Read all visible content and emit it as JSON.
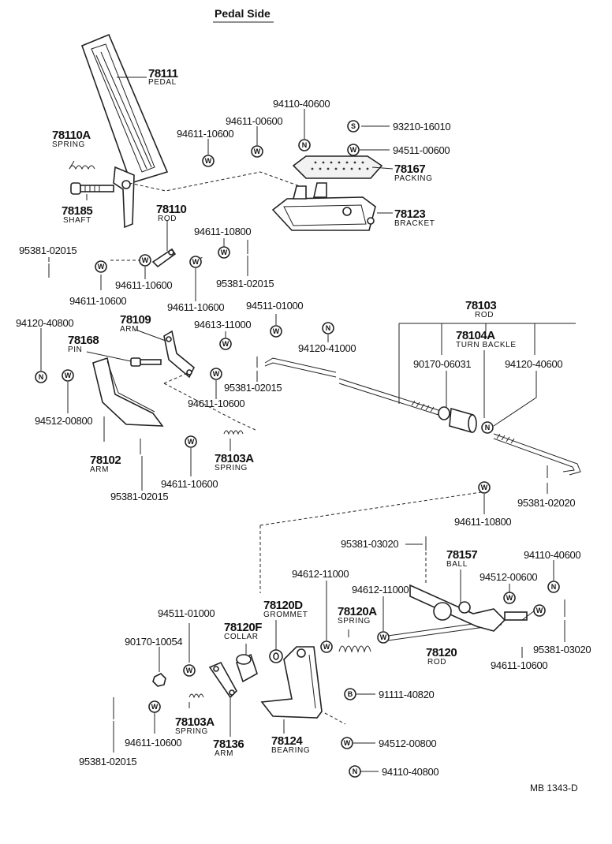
{
  "title": "Pedal Side",
  "reference": "MB  1343-D",
  "symbols": {
    "washer": "W",
    "nut": "N",
    "screw": "S",
    "bolt": "B"
  },
  "parts": {
    "p78111": {
      "number": "78111",
      "caption": "PEDAL"
    },
    "p78110A": {
      "number": "78110A",
      "caption": "SPRING"
    },
    "p78185": {
      "number": "78185",
      "caption": "SHAFT"
    },
    "p78110": {
      "number": "78110",
      "caption": "ROD"
    },
    "p78167": {
      "number": "78167",
      "caption": "PACKING"
    },
    "p78123": {
      "number": "78123",
      "caption": "BRACKET"
    },
    "p78103": {
      "number": "78103",
      "caption": "ROD"
    },
    "p78104A": {
      "number": "78104A",
      "caption": "TURN BACKLE"
    },
    "p78109": {
      "number": "78109",
      "caption": "ARM"
    },
    "p78168": {
      "number": "78168",
      "caption": "PIN"
    },
    "p78102": {
      "number": "78102",
      "caption": "ARM"
    },
    "p78103A_top": {
      "number": "78103A",
      "caption": "SPRING"
    },
    "p78157": {
      "number": "78157",
      "caption": "BALL"
    },
    "p78120A": {
      "number": "78120A",
      "caption": "SPRING"
    },
    "p78120D": {
      "number": "78120D",
      "caption": "GROMMET"
    },
    "p78120F": {
      "number": "78120F",
      "caption": "COLLAR"
    },
    "p78120": {
      "number": "78120",
      "caption": "ROD"
    },
    "p78103A_bot": {
      "number": "78103A",
      "caption": "SPRING"
    },
    "p78136": {
      "number": "78136",
      "caption": "ARM"
    },
    "p78124": {
      "number": "78124",
      "caption": "BEARING"
    }
  },
  "hardware": {
    "h94110_40600_top": "94110-40600",
    "h94611_00600": "94611-00600",
    "h94611_10600_a": "94611-10600",
    "h93210_16010": "93210-16010",
    "h94511_00600": "94511-00600",
    "h94611_10800_a": "94611-10800",
    "h95381_02015_a": "95381-02015",
    "h94611_10600_b": "94611-10600",
    "h94611_10600_c": "94611-10600",
    "h95381_02015_b": "95381-02015",
    "h94611_10600_d": "94611-10600",
    "h94511_01000_a": "94511-01000",
    "h94613_11000": "94613-11000",
    "h94120_40800": "94120-40800",
    "h94120_41000": "94120-41000",
    "h90170_06031": "90170-06031",
    "h94120_40600": "94120-40600",
    "h95381_02015_c": "95381-02015",
    "h94611_10600_e": "94611-10600",
    "h94512_00800_a": "94512-00800",
    "h94611_10600_f": "94611-10600",
    "h95381_02015_d": "95381-02015",
    "h95381_02020": "95381-02020",
    "h94611_10800_b": "94611-10800",
    "h95381_03020_a": "95381-03020",
    "h94110_40600_bot": "94110-40600",
    "h94612_11000_a": "94612-11000",
    "h94512_00600": "94512-00600",
    "h94612_11000_b": "94612-11000",
    "h94511_01000_b": "94511-01000",
    "h90170_10054": "90170-10054",
    "h95381_03020_b": "95381-03020",
    "h94611_10600_g": "94611-10600",
    "h91111_40820": "91111-40820",
    "h94611_10600_h": "94611-10600",
    "h94512_00800_b": "94512-00800",
    "h95381_02015_e": "95381-02015",
    "h94110_40800": "94110-40800"
  }
}
